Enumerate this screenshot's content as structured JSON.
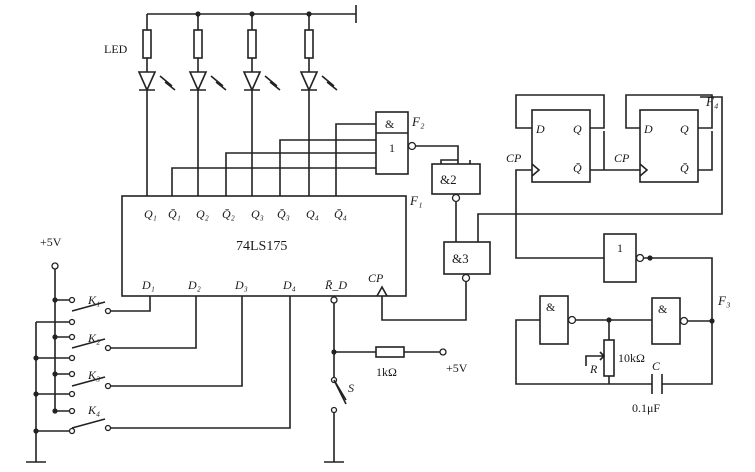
{
  "chip": {
    "name": "74LS175",
    "ref": "F₁"
  },
  "pins_top": [
    "Q₁",
    "Q̄₁",
    "Q₂",
    "Q̄₂",
    "Q₃",
    "Q̄₃",
    "Q₄",
    "Q̄₄"
  ],
  "pins_bottom": [
    "D₁",
    "D₂",
    "D₃",
    "D₄",
    "R̄_D",
    "CP"
  ],
  "led_label": "LED",
  "supply_labels": {
    "left": "+5V",
    "right": "+5V"
  },
  "switches": [
    "K₁",
    "K₂",
    "K₃",
    "K₄"
  ],
  "reset_switch": "S",
  "resistor_reset": "1kΩ",
  "gates": {
    "f2_and": "&",
    "f2_nor": "1",
    "f2_label": "F₂",
    "and2": "&2",
    "and3": "&3",
    "inv": "1",
    "osc_and1": "&",
    "osc_and2": "&",
    "f3_label": "F₃"
  },
  "flipflops": {
    "d": "D",
    "q": "Q",
    "qbar": "Q̄",
    "cp": "CP",
    "label": "F₄"
  },
  "oscillator": {
    "r": "R",
    "r_value": "10kΩ",
    "c": "C",
    "c_value": "0.1μF"
  }
}
